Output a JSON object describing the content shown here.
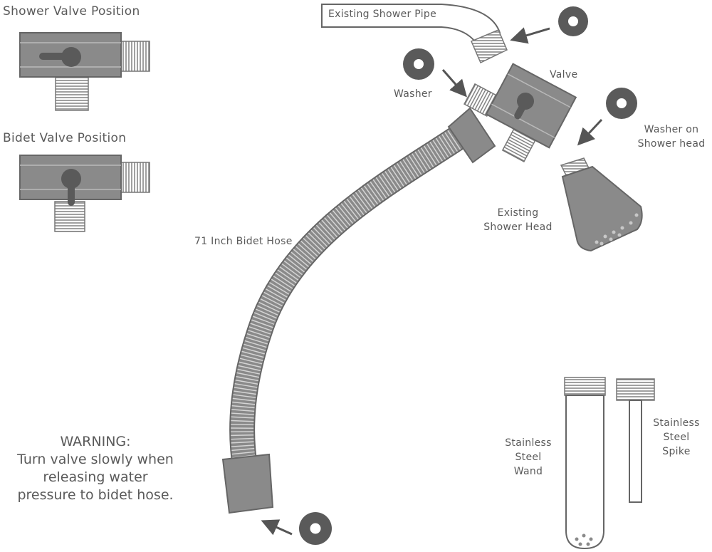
{
  "diagram": {
    "labels": {
      "shower_valve_position": "Shower Valve Position",
      "bidet_valve_position": "Bidet Valve Position",
      "existing_shower_pipe": "Existing Shower Pipe",
      "valve": "Valve",
      "washer": "Washer",
      "washer_on_shower_head": [
        "Washer on",
        "Shower head"
      ],
      "existing_shower_head": [
        "Existing",
        "Shower Head"
      ],
      "bidet_hose": "71 Inch Bidet Hose",
      "stainless_steel_wand": [
        "Stainless",
        "Steel",
        "Wand"
      ],
      "stainless_steel_spike": [
        "Stainless",
        "Steel",
        "Spike"
      ]
    },
    "warning": {
      "title": "WARNING:",
      "lines": [
        "Turn valve slowly when",
        "releasing water",
        "pressure to bidet hose."
      ]
    },
    "colors": {
      "fill_gray": "#8a8a8a",
      "dark_gray": "#5a5a5a",
      "stroke_gray": "#666666"
    }
  }
}
